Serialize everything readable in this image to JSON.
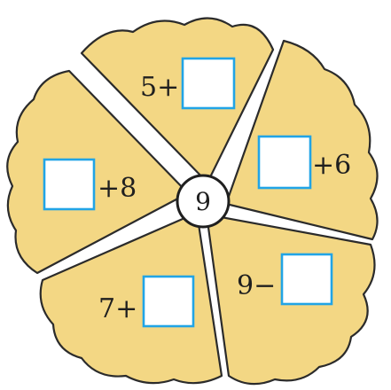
{
  "center": {
    "value": "9"
  },
  "petals": [
    {
      "id": "top",
      "prefix": "5+",
      "suffix": ""
    },
    {
      "id": "right",
      "prefix": "",
      "suffix": "+6"
    },
    {
      "id": "bottom-right",
      "prefix": "9−",
      "suffix": ""
    },
    {
      "id": "bottom-left",
      "prefix": "7+",
      "suffix": ""
    },
    {
      "id": "left",
      "prefix": "",
      "suffix": "+8"
    }
  ],
  "colors": {
    "petal_fill": "#f3d784",
    "outline": "#2b2b2b",
    "answer_box_border": "#21a4e6"
  }
}
